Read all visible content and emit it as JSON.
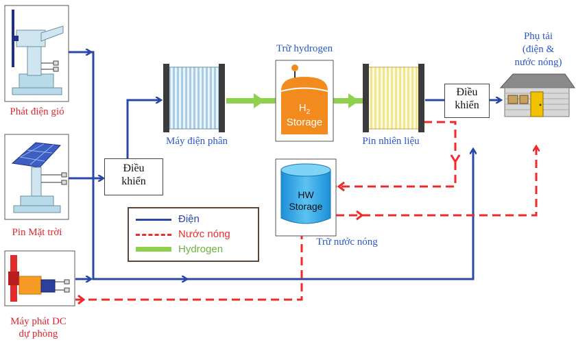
{
  "sources": {
    "wind": "Phát điện gió",
    "solar": "Pin Mặt trời",
    "backup": "Máy phát DC\ndự phòng"
  },
  "controllers": {
    "left": "Điều\nkhiển",
    "right": "Điều\nkhiển"
  },
  "components": {
    "electrolyzer": "Máy điện phân",
    "h2_store_title": "Trữ hydrogen",
    "h2_store_text": "Storage",
    "h2_formula_main": "H",
    "h2_formula_sub": "2",
    "fuel_cell": "Pin nhiên liệu",
    "hw_store_text": "HW\nStorage",
    "hw_store_title": "Trữ nước nóng",
    "load": "Phụ tải\n(điện &\nnước nóng)"
  },
  "legend": {
    "items": [
      {
        "label": "Điện",
        "color": "#2a46a8",
        "style": "solid"
      },
      {
        "label": "Nước nóng",
        "color": "#ee2a2a",
        "style": "dashed"
      },
      {
        "label": "Hydrogen",
        "color": "#8fd14f",
        "style": "solid-thick"
      }
    ]
  },
  "colors": {
    "electric": "#2a46a8",
    "hot_water": "#ee2a2a",
    "hydrogen": "#8fd14f",
    "source_label": "#e0262d",
    "component_label": "#2a56c6",
    "h2_tank": "#f28a1e",
    "hw_tank": "#3aa6e8"
  }
}
